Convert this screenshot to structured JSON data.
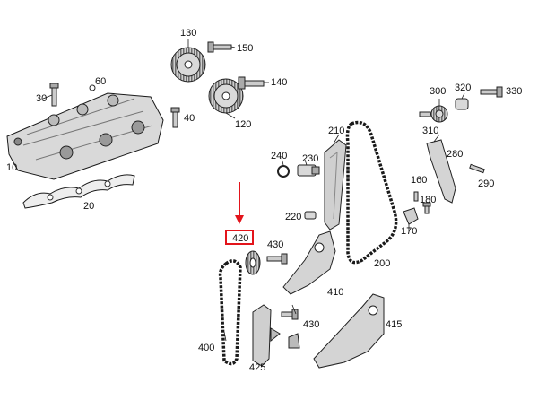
{
  "diagram": {
    "part_labels": [
      "130",
      "150",
      "60",
      "30",
      "140",
      "40",
      "120",
      "300",
      "320",
      "330",
      "10",
      "210",
      "310",
      "240",
      "230",
      "280",
      "160",
      "290",
      "20",
      "180",
      "220",
      "170",
      "420",
      "430",
      "200",
      "410",
      "400",
      "430",
      "415",
      "425"
    ],
    "highlighted_part": "420",
    "colors": {
      "highlight": "#e3141b",
      "line": "#1a1a1a",
      "part_fill": "#d4d4d4",
      "part_dark": "#8a8a8a",
      "background": "#ffffff"
    }
  }
}
